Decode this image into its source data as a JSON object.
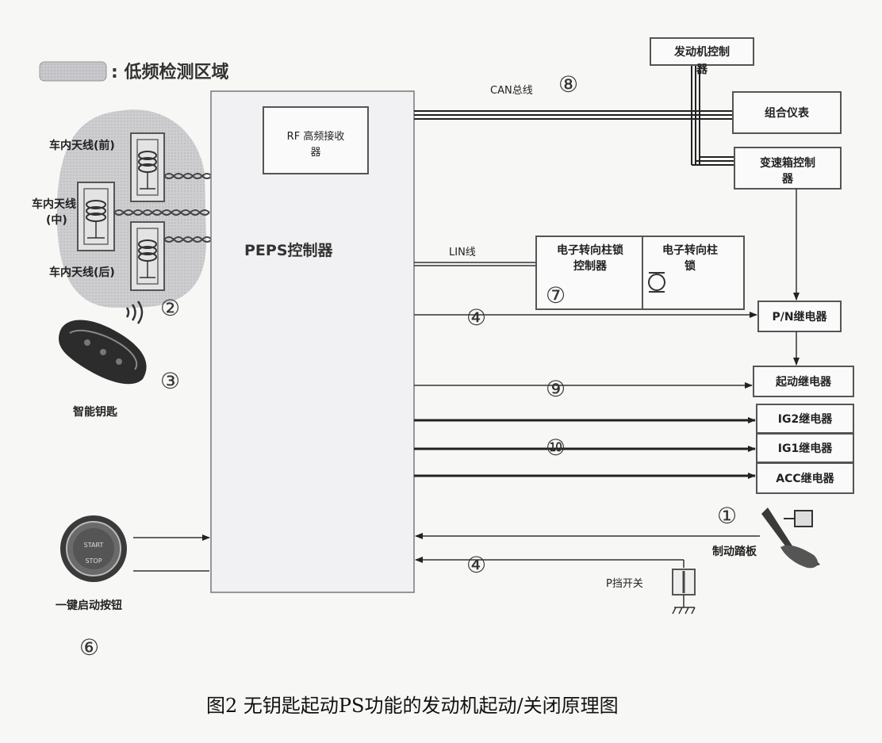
{
  "legend": {
    "label": ": 低频检测区域"
  },
  "blocks": {
    "peps": "PEPS控制器",
    "rf": [
      "RF 高频接收",
      "器"
    ],
    "engine_ecu": [
      "发动机控制",
      "器"
    ],
    "cluster": "组合仪表",
    "tcu": [
      "变速箱控制",
      "器"
    ],
    "escl_ctrl": [
      "电子转向柱锁",
      "控制器"
    ],
    "escl": [
      "电子转向柱",
      "锁"
    ],
    "pn_relay": "P/N继电器",
    "start_relay": "起动继电器",
    "ig2_relay": "IG2继电器",
    "ig1_relay": "IG1继电器",
    "acc_relay": "ACC继电器"
  },
  "labels": {
    "ant_front": "车内天线(前)",
    "ant_mid": [
      "车内天线",
      "(中)"
    ],
    "ant_rear": "车内天线(后)",
    "smart_key": "智能钥匙",
    "start_button": "一键启动按钮",
    "start_button_text": [
      "START",
      "STOP"
    ],
    "brake_pedal": "制动踏板",
    "p_switch": "P挡开关",
    "can_bus": "CAN总线",
    "lin_bus": "LIN线"
  },
  "markers": {
    "m1": "①",
    "m2": "②",
    "m3": "③",
    "m4a": "④",
    "m4b": "④",
    "m6": "⑥",
    "m7": "⑦",
    "m8": "⑧",
    "m9": "⑨",
    "m10": "⑩"
  },
  "caption": "图2  无钥匙起动PS功能的发动机起动/关闭原理图"
}
